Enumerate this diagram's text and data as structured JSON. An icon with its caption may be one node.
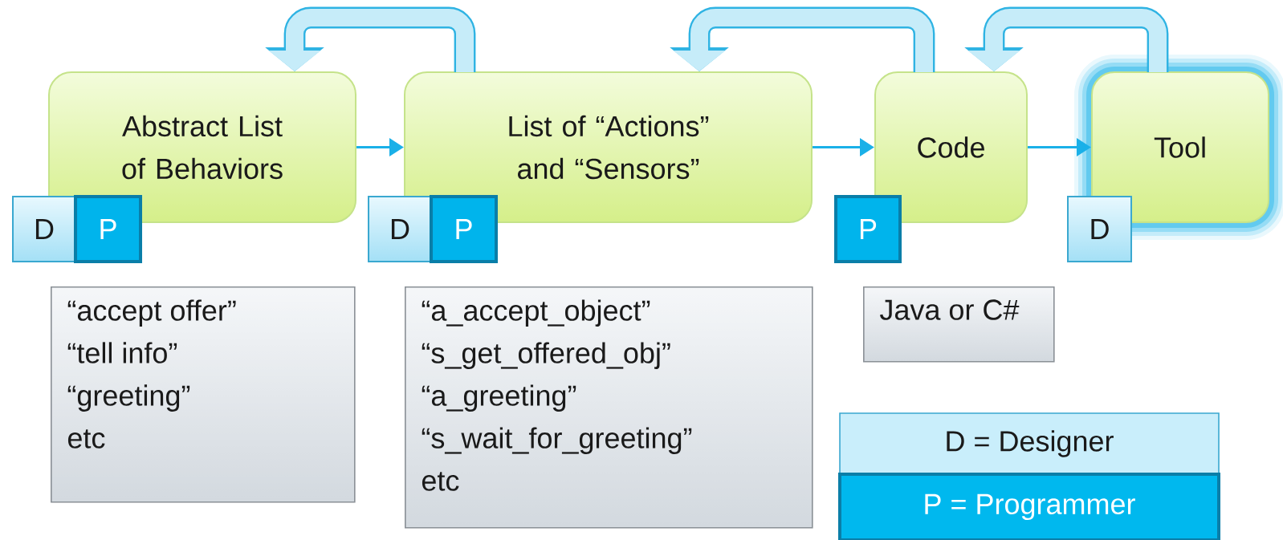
{
  "diagram": {
    "nodes": [
      {
        "text": [
          "Abstract List of Behaviors"
        ]
      },
      {
        "text": [
          "D"
        ]
      },
      {
        "text": [
          "P"
        ]
      },
      {
        "text": [
          "List of “Actions” and “Sensors”"
        ]
      },
      {
        "text": [
          "D"
        ]
      },
      {
        "text": [
          "P"
        ]
      },
      {
        "text": [
          "Code"
        ]
      },
      {
        "text": [
          "P"
        ]
      },
      {
        "text": [
          "Tool"
        ]
      },
      {
        "text": [
          "D"
        ]
      },
      {
        "text": [
          "“accept offer”",
          "“tell info”",
          "“greeting”",
          "etc"
        ]
      },
      {
        "text": [
          "“a_accept_object”",
          "“s_get_offered_obj”",
          "“a_greeting”",
          "“s_wait_for_greeting”",
          "etc"
        ]
      },
      {
        "text": [
          "Java or C#"
        ]
      }
    ],
    "edges": [
      {
        "from": 0,
        "to": 3,
        "arrow": "to"
      },
      {
        "from": 3,
        "to": 6,
        "arrow": "to"
      },
      {
        "from": 6,
        "to": 8,
        "arrow": "to"
      },
      {
        "from": 3,
        "to": 0,
        "arrow": "to",
        "style": "thick",
        "color": "#c6ecf9"
      },
      {
        "from": 6,
        "to": 3,
        "arrow": "to",
        "style": "thick",
        "color": "#c6ecf9"
      },
      {
        "from": 8,
        "to": 6,
        "arrow": "to",
        "style": "thick",
        "color": "#c6ecf9"
      }
    ],
    "legend": [
      {
        "text": "D = Designer",
        "color": "#c9eefb"
      },
      {
        "text": "P = Programmer",
        "color": "#00b8ee"
      }
    ]
  }
}
